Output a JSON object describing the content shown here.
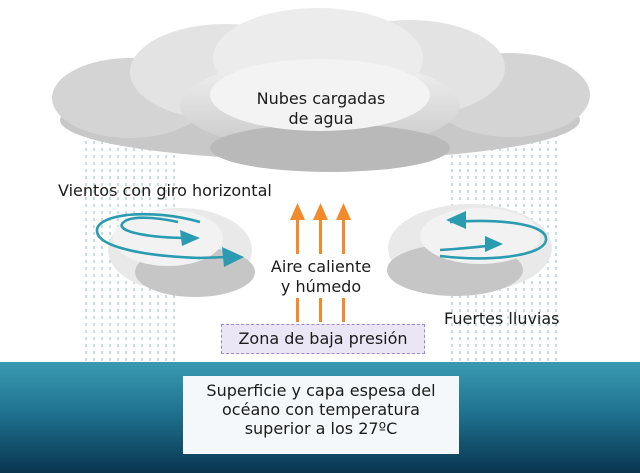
{
  "labels": {
    "clouds": "Nubes cargadas\nde agua",
    "winds": "Vientos con giro horizontal",
    "warm_air": "Aire caliente\ny húmedo",
    "rain": "Fuertes lluvias",
    "low_pressure": "Zona de baja presión",
    "ocean": "Superficie y capa espesa del\nocéano con temperatura\nsuperior a los 27ºC"
  },
  "colors": {
    "updraft_arrow": "#f08a2a",
    "wind_arrow": "#2a9bb0",
    "ocean_top": "#2f8fa8",
    "ocean_bottom": "#0b3b55",
    "cloud_light": "#eeeeee",
    "cloud_shadow": "#c8c8c8",
    "rain": "#a9c4cc",
    "low_pressure_fill": "#ebe6f5"
  }
}
